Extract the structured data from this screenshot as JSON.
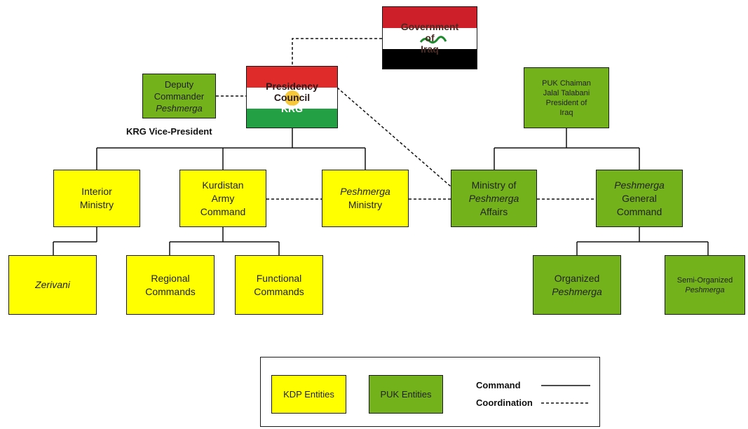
{
  "colors": {
    "kdp": "#ffff00",
    "puk": "#73b21a",
    "iraq_red": "#cd1f2a",
    "iraq_black": "#000000",
    "kurd_red": "#e02b2b",
    "kurd_green": "#23a043",
    "sun": "#f6c83a"
  },
  "government": {
    "line1": "Government",
    "line2": "of",
    "line3": "Iraq"
  },
  "presidency": {
    "line1": "Presidency",
    "line2": "Council",
    "line3": "KRG"
  },
  "deputy": {
    "line1": "Deputy",
    "line2": "Commander",
    "line3": "Peshmerga",
    "caption": "KRG Vice-President"
  },
  "puk_chairman": {
    "line1": "PUK  Chaiman",
    "line2": "Jalal Talabani",
    "line3": "President of",
    "line4": "Iraq"
  },
  "interior": {
    "line1": "Interior",
    "line2": "Ministry"
  },
  "kurdistan_army": {
    "line1": "Kurdistan",
    "line2": "Army",
    "line3": "Command"
  },
  "peshmerga_ministry": {
    "line1": "Peshmerga",
    "line2": "Ministry"
  },
  "ministry_affairs": {
    "line1": "Ministry of",
    "line2": "Peshmerga",
    "line3": "Affairs"
  },
  "general_command": {
    "line1": "Peshmerga",
    "line2": "General",
    "line3": "Command"
  },
  "zerivani": {
    "line1": "Zerivani"
  },
  "regional": {
    "line1": "Regional",
    "line2": "Commands"
  },
  "functional": {
    "line1": "Functional",
    "line2": "Commands"
  },
  "organized": {
    "line1": "Organized",
    "line2": "Peshmerga"
  },
  "semi_organized": {
    "line1": "Semi-Organized",
    "line2": "Peshmerga"
  },
  "legend": {
    "kdp_label": "KDP Entities",
    "puk_label": "PUK Entities",
    "command_label": "Command",
    "coordination_label": "Coordination"
  }
}
